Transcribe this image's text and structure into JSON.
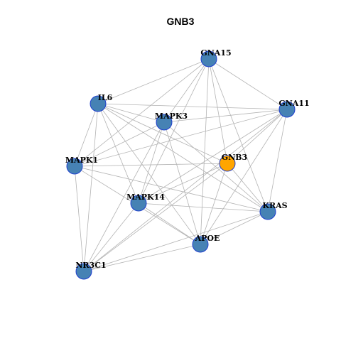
{
  "title": "GNB3",
  "colors": {
    "node_default": "#4682b4",
    "node_highlight": "#ffa500",
    "node_border": "#1f3fcf",
    "edge": "#b3b3b3"
  },
  "nodes": [
    {
      "id": "GNA15",
      "label": "GNA15",
      "highlight": false
    },
    {
      "id": "IL6",
      "label": "IL6",
      "highlight": false
    },
    {
      "id": "GNA11",
      "label": "GNA11",
      "highlight": false
    },
    {
      "id": "MAPK3",
      "label": "MAPK3",
      "highlight": false
    },
    {
      "id": "MAPK1",
      "label": "MAPK1",
      "highlight": false
    },
    {
      "id": "GNB3",
      "label": "GNB3",
      "highlight": true
    },
    {
      "id": "MAPK14",
      "label": "MAPK14",
      "highlight": false
    },
    {
      "id": "KRAS",
      "label": "KRAS",
      "highlight": false
    },
    {
      "id": "APOE",
      "label": "APOE",
      "highlight": false
    },
    {
      "id": "NR3C1",
      "label": "NR3C1",
      "highlight": false
    }
  ],
  "edges": [
    [
      "GNA15",
      "IL6"
    ],
    [
      "GNA15",
      "MAPK3"
    ],
    [
      "GNA15",
      "MAPK1"
    ],
    [
      "GNA15",
      "MAPK14"
    ],
    [
      "GNA15",
      "GNB3"
    ],
    [
      "GNA15",
      "KRAS"
    ],
    [
      "GNA15",
      "APOE"
    ],
    [
      "GNA15",
      "GNA11"
    ],
    [
      "IL6",
      "MAPK3"
    ],
    [
      "IL6",
      "GNA11"
    ],
    [
      "IL6",
      "MAPK1"
    ],
    [
      "IL6",
      "MAPK14"
    ],
    [
      "IL6",
      "GNB3"
    ],
    [
      "IL6",
      "KRAS"
    ],
    [
      "IL6",
      "APOE"
    ],
    [
      "IL6",
      "NR3C1"
    ],
    [
      "GNA11",
      "MAPK3"
    ],
    [
      "GNA11",
      "MAPK1"
    ],
    [
      "GNA11",
      "GNB3"
    ],
    [
      "GNA11",
      "MAPK14"
    ],
    [
      "GNA11",
      "KRAS"
    ],
    [
      "GNA11",
      "APOE"
    ],
    [
      "GNA11",
      "NR3C1"
    ],
    [
      "MAPK3",
      "MAPK1"
    ],
    [
      "MAPK3",
      "MAPK14"
    ],
    [
      "MAPK3",
      "KRAS"
    ],
    [
      "MAPK3",
      "APOE"
    ],
    [
      "MAPK3",
      "NR3C1"
    ],
    [
      "MAPK1",
      "GNB3"
    ],
    [
      "MAPK1",
      "KRAS"
    ],
    [
      "MAPK1",
      "APOE"
    ],
    [
      "MAPK1",
      "NR3C1"
    ],
    [
      "GNB3",
      "MAPK14"
    ],
    [
      "GNB3",
      "APOE"
    ],
    [
      "GNB3",
      "KRAS"
    ],
    [
      "GNB3",
      "NR3C1"
    ],
    [
      "MAPK14",
      "KRAS"
    ],
    [
      "MAPK14",
      "APOE"
    ],
    [
      "MAPK14",
      "NR3C1"
    ],
    [
      "KRAS",
      "APOE"
    ],
    [
      "KRAS",
      "NR3C1"
    ],
    [
      "APOE",
      "NR3C1"
    ]
  ]
}
